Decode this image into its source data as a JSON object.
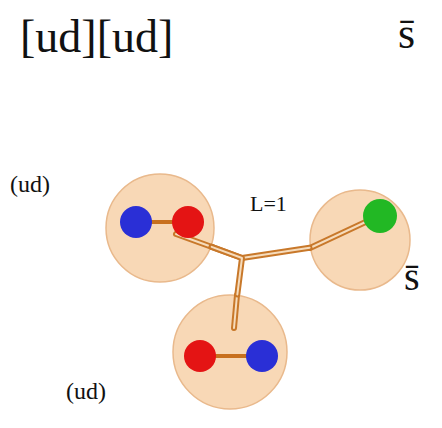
{
  "diagram": {
    "title": "[ud][ud]",
    "nodes": [
      {
        "text": [
          "(ud)"
        ]
      },
      {
        "text": [
          "s̄"
        ]
      },
      {
        "text": [
          "(ud)"
        ]
      }
    ],
    "edges": [
      {
        "from": 0,
        "to": 1,
        "arrow": "none",
        "label": "L=1"
      },
      {
        "from": 0,
        "to": 2,
        "arrow": "none"
      }
    ],
    "labels": [
      "s̄"
    ]
  }
}
